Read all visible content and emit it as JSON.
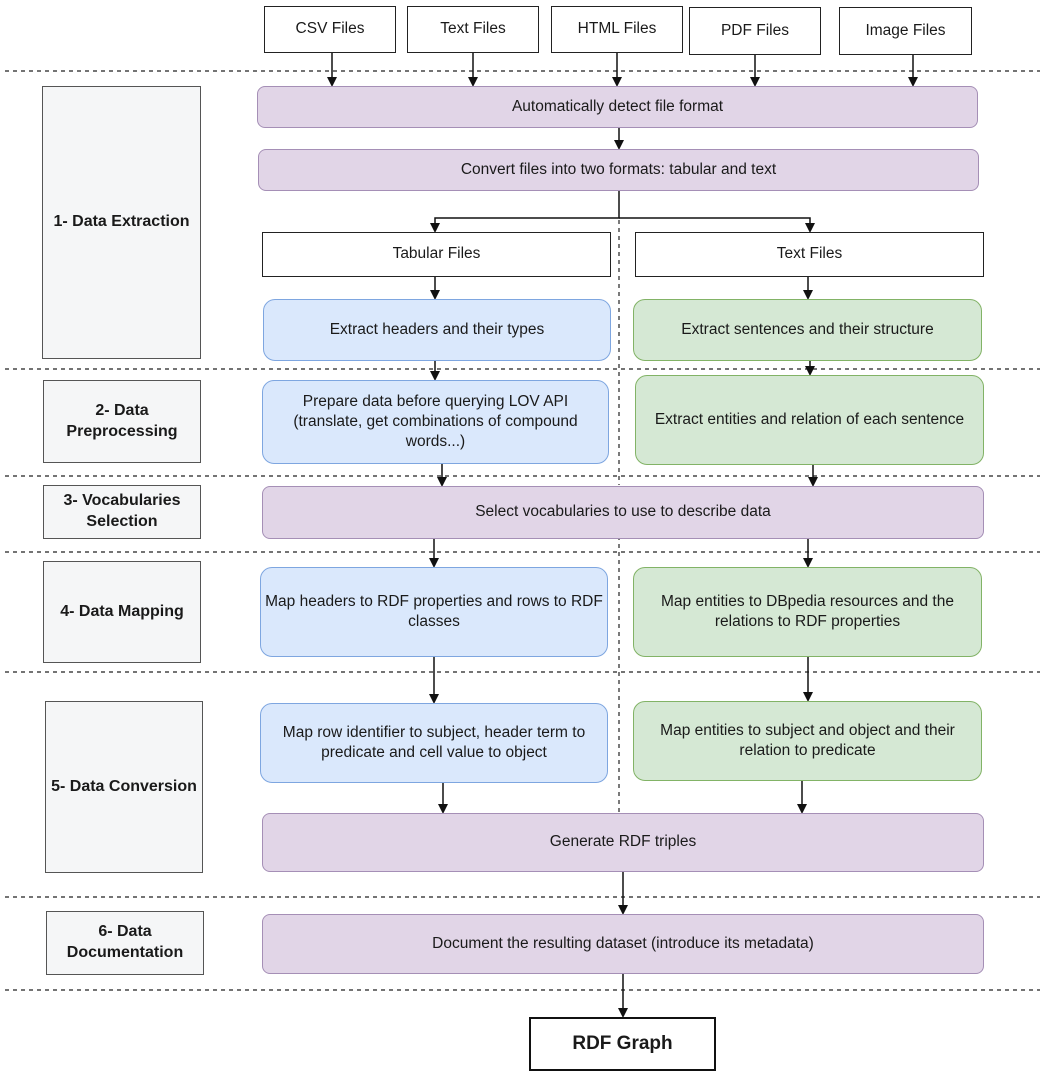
{
  "inputs": [
    "CSV Files",
    "Text Files",
    "HTML Files",
    "PDF Files",
    "Image Files"
  ],
  "stages": [
    "1- Data Extraction",
    "2- Data Preprocessing",
    "3- Vocabularies Selection",
    "4- Data Mapping",
    "5- Data Conversion",
    "6- Data Documentation"
  ],
  "steps": {
    "detect": "Automatically detect file format",
    "convert": "Convert files into two formats: tabular and text",
    "tabular_files": "Tabular Files",
    "text_files": "Text Files",
    "extract_headers": "Extract headers and their types",
    "extract_sentences": "Extract sentences and their structure",
    "prepare_data": "Prepare data before querying LOV API (translate, get combinations of compound words...)",
    "extract_entities": "Extract entities and relation of each sentence",
    "select_vocab": "Select vocabularies to use to describe data",
    "map_headers": "Map headers to RDF properties and rows to RDF classes",
    "map_entities": "Map entities to DBpedia resources and the relations to RDF properties",
    "map_row": "Map row identifier to subject, header term to predicate and cell value to object",
    "map_entities_subject": "Map entities to subject and object and their relation to predicate",
    "generate": "Generate RDF triples",
    "document": "Document the resulting dataset (introduce its metadata)"
  },
  "output": "RDF Graph"
}
